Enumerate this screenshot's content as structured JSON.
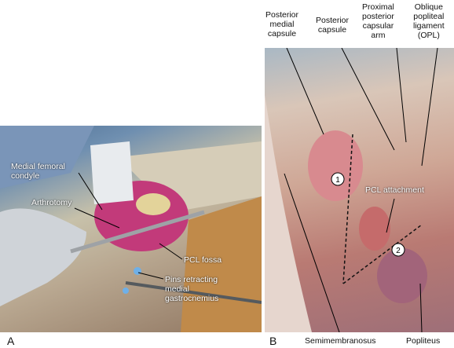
{
  "panel_a": {
    "letter": "A",
    "labels": {
      "medial_femoral_condyle": [
        "Medial femoral",
        "condyle"
      ],
      "arthrotomy": "Arthrotomy",
      "pcl_fossa": "PCL fossa",
      "pins": [
        "Pins retracting",
        "medial",
        "gastrocnemius"
      ]
    }
  },
  "panel_b": {
    "letter": "B",
    "labels": {
      "posterior_medial_capsule": [
        "Posterior",
        "medial",
        "capsule"
      ],
      "posterior_capsule": [
        "Posterior",
        "capsule"
      ],
      "proximal_posterior_capsular_arm": [
        "Proximal",
        "posterior",
        "capsular",
        "arm"
      ],
      "opl": [
        "Oblique",
        "popliteal",
        "ligament",
        "(OPL)"
      ],
      "pcl_attachment": "PCL attachment",
      "marker_1": "1",
      "marker_2": "2",
      "semimembranosus": "Semimembranosus",
      "popliteus": "Popliteus"
    }
  }
}
